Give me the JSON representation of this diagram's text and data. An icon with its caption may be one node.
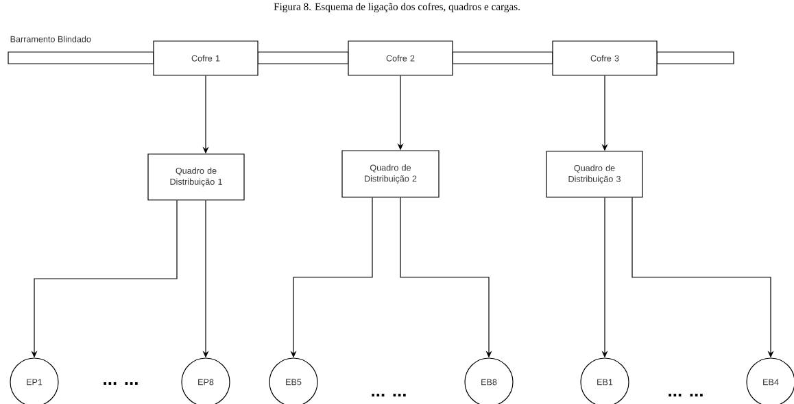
{
  "diagram": {
    "title": "Figura 8. Esquema de ligação dos cofres, quadros e cargas.",
    "nodes": [
      {
        "text": [
          "Cofre 1"
        ]
      },
      {
        "text": [
          "Cofre 2"
        ]
      },
      {
        "text": [
          "Cofre 3"
        ]
      },
      {
        "text": [
          "Quadro de Distribuição 1"
        ]
      },
      {
        "text": [
          "Quadro de Distribuição 2"
        ]
      },
      {
        "text": [
          "Quadro de Distribuição 3"
        ]
      },
      {
        "text": [
          "EP1"
        ]
      },
      {
        "text": [
          "EP8"
        ]
      },
      {
        "text": [
          "EB5"
        ]
      },
      {
        "text": [
          "EB8"
        ]
      },
      {
        "text": [
          "EB1"
        ]
      },
      {
        "text": [
          "EB4"
        ]
      }
    ],
    "edges": [
      {
        "from": 0,
        "to": 3,
        "arrow": "to"
      },
      {
        "from": 1,
        "to": 4,
        "arrow": "to"
      },
      {
        "from": 2,
        "to": 5,
        "arrow": "to"
      },
      {
        "from": 3,
        "to": 6,
        "arrow": "to"
      },
      {
        "from": 3,
        "to": 7,
        "arrow": "to"
      },
      {
        "from": 4,
        "to": 8,
        "arrow": "to"
      },
      {
        "from": 4,
        "to": 9,
        "arrow": "to"
      },
      {
        "from": 5,
        "to": 10,
        "arrow": "to"
      },
      {
        "from": 5,
        "to": 11,
        "arrow": "to"
      }
    ],
    "labels": [
      "Barramento Blindado",
      "... ...",
      "... ...",
      "... ..."
    ]
  }
}
